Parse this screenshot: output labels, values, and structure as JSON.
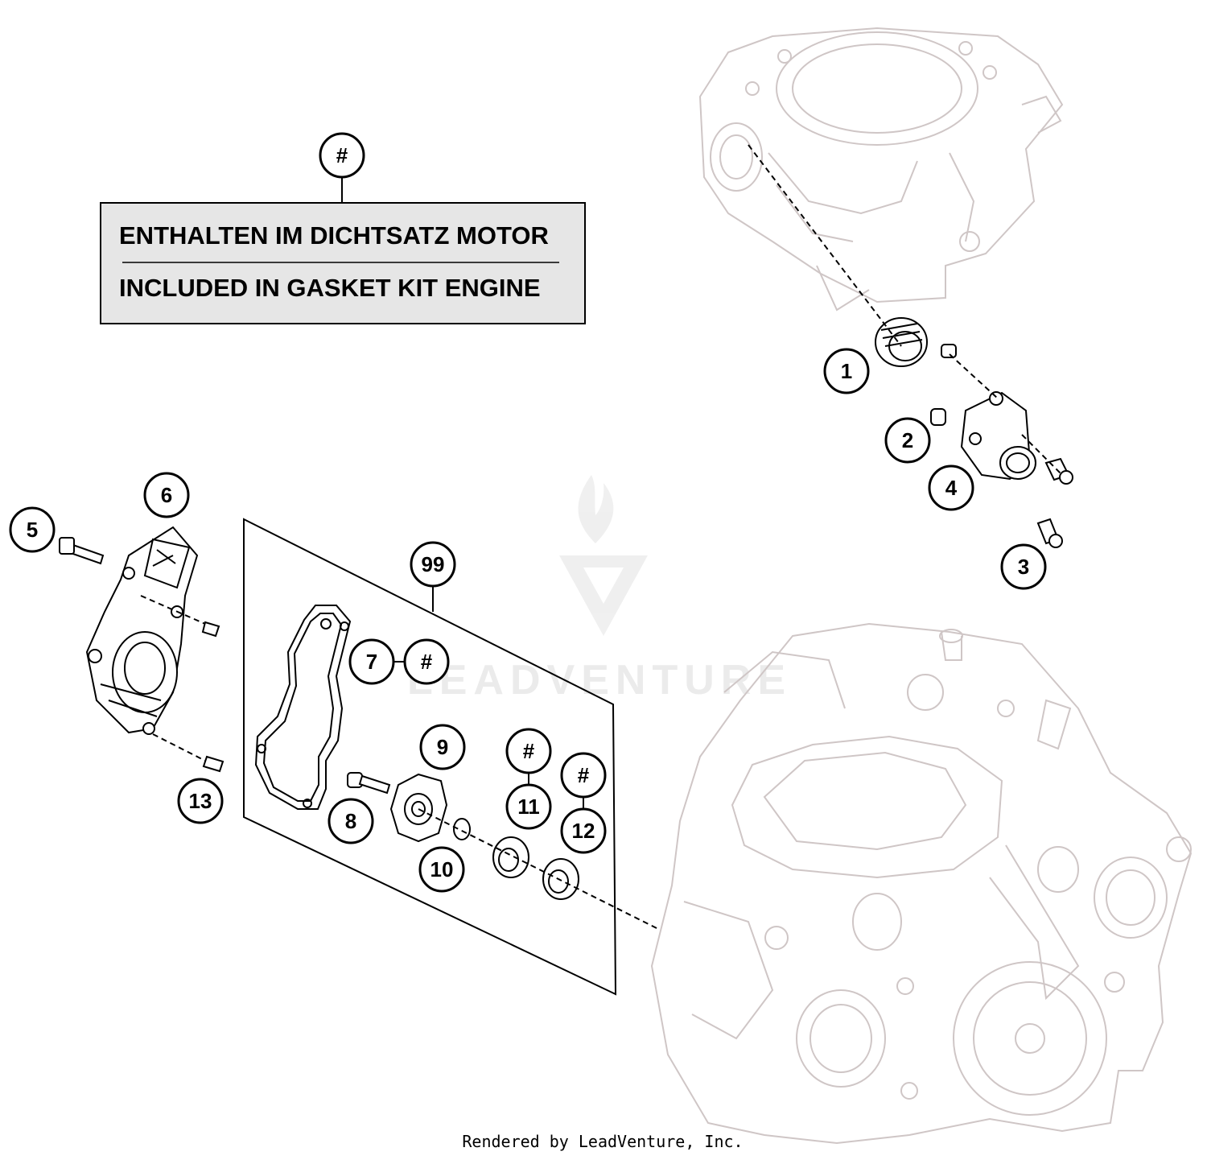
{
  "note": {
    "marker": "#",
    "line_de": "ENTHALTEN IM DICHTSATZ MOTOR",
    "line_en": "INCLUDED IN GASKET KIT ENGINE",
    "fill_color": "#e6e6e6"
  },
  "callouts": {
    "c1": "1",
    "c2": "2",
    "c3": "3",
    "c4": "4",
    "c5": "5",
    "c6": "6",
    "c7": "7",
    "c7hash": "#",
    "c8": "8",
    "c9": "9",
    "c10": "10",
    "c11": "11",
    "c11hash": "#",
    "c12": "12",
    "c12hash": "#",
    "c13": "13",
    "c99": "99"
  },
  "watermark": "LEADVENTURE",
  "footer": "Rendered by LeadVenture, Inc.",
  "colors": {
    "line": "#000000",
    "engine_outline": "#cfc6c6",
    "watermark": "#ebebeb"
  }
}
